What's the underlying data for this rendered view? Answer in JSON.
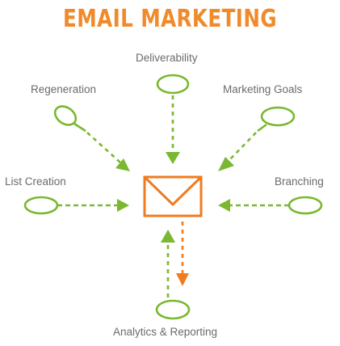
{
  "diagram": {
    "title": "EMAIL MARKETING",
    "nodes": [
      {
        "id": "deliverability",
        "label": "Deliverability"
      },
      {
        "id": "regeneration",
        "label": "Regeneration"
      },
      {
        "id": "marketing-goals",
        "label": "Marketing Goals"
      },
      {
        "id": "list-creation",
        "label": "List Creation"
      },
      {
        "id": "branching",
        "label": "Branching"
      },
      {
        "id": "analytics-reporting",
        "label": "Analytics & Reporting"
      }
    ],
    "center_icon": "envelope-icon",
    "colors": {
      "title": "#f08a2a",
      "envelope": "#f07b1f",
      "connector": "#7ab830",
      "label": "#6b6b6b"
    }
  }
}
